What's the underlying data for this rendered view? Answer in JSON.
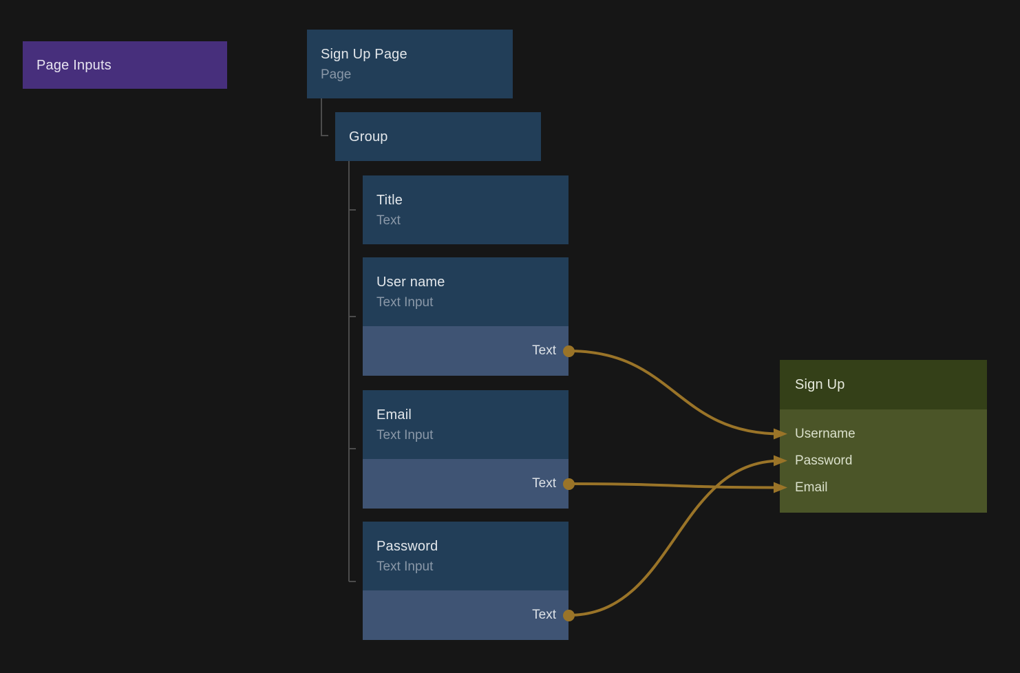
{
  "canvas": {
    "background": "#161616"
  },
  "page_inputs": {
    "label": "Page Inputs"
  },
  "nodes": {
    "signup_page": {
      "title": "Sign Up Page",
      "subtitle": "Page"
    },
    "group": {
      "title": "Group"
    },
    "children": [
      {
        "title": "Title",
        "subtitle": "Text"
      },
      {
        "title": "User name",
        "subtitle": "Text Input",
        "output": "Text"
      },
      {
        "title": "Email",
        "subtitle": "Text Input",
        "output": "Text"
      },
      {
        "title": "Password",
        "subtitle": "Text Input",
        "output": "Text"
      }
    ],
    "signup": {
      "title": "Sign Up",
      "inputs": [
        "Username",
        "Password",
        "Email"
      ]
    }
  },
  "connections": [
    {
      "from": "username-text",
      "to": "username"
    },
    {
      "from": "email-text",
      "to": "email"
    },
    {
      "from": "password-text",
      "to": "password"
    }
  ],
  "colors": {
    "background": "#161616",
    "page_inputs": "#472f7c",
    "node_header": "#223e58",
    "node_output_row": "#3f5474",
    "signup_header": "#344018",
    "signup_body": "#4b5528",
    "wire": "#9a7428",
    "tree_line": "#4c4c4c"
  }
}
